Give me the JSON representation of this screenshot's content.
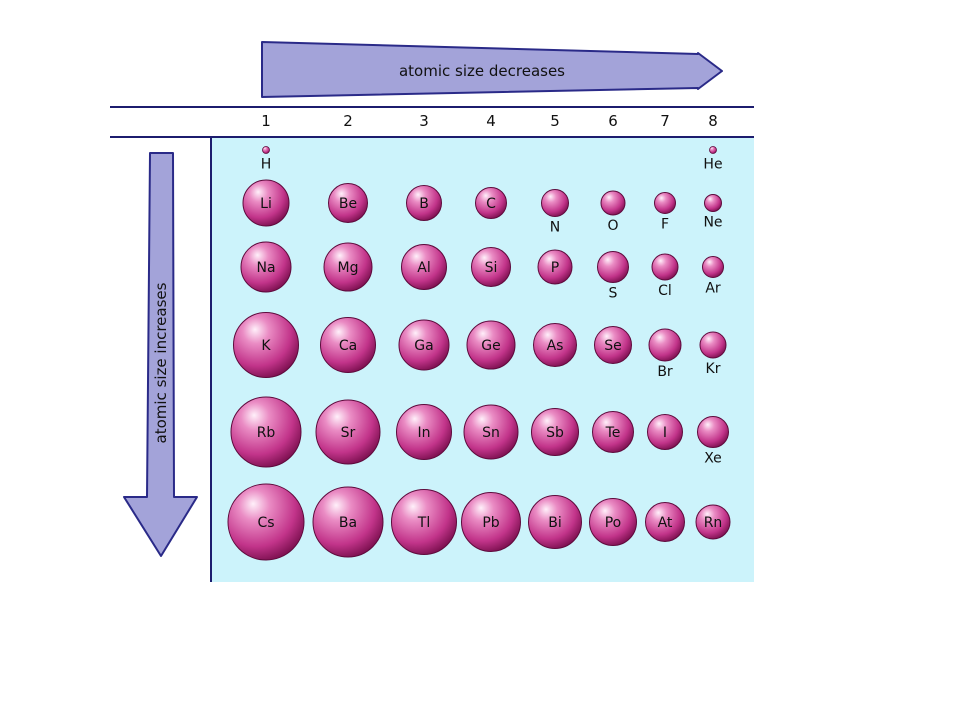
{
  "colors": {
    "panel_bg": "#ccf3fb",
    "arrow_fill": "#a3a3d9",
    "arrow_stroke": "#2a2a88",
    "atom_base": "#d4519c",
    "atom_highlight": "#fff0fa",
    "atom_shadow": "#7a0f4e",
    "text": "#111111",
    "lines": "#1c1c6e"
  },
  "arrows": {
    "horizontal": {
      "label": "atomic size decreases"
    },
    "vertical": {
      "label": "atomic size increases"
    }
  },
  "groups": [
    "1",
    "2",
    "3",
    "4",
    "5",
    "6",
    "7",
    "8"
  ],
  "elements": [
    {
      "symbol": "H",
      "group": 1,
      "period": 1,
      "size": 3.5,
      "label_inside": false
    },
    {
      "symbol": "He",
      "group": 8,
      "period": 1,
      "size": 3.5,
      "label_inside": false
    },
    {
      "symbol": "Li",
      "group": 1,
      "period": 2,
      "size": 23,
      "label_inside": true
    },
    {
      "symbol": "Be",
      "group": 2,
      "period": 2,
      "size": 19.5,
      "label_inside": true
    },
    {
      "symbol": "B",
      "group": 3,
      "period": 2,
      "size": 17.5,
      "label_inside": true
    },
    {
      "symbol": "C",
      "group": 4,
      "period": 2,
      "size": 15.5,
      "label_inside": true
    },
    {
      "symbol": "N",
      "group": 5,
      "period": 2,
      "size": 13.5,
      "label_inside": false
    },
    {
      "symbol": "O",
      "group": 6,
      "period": 2,
      "size": 12,
      "label_inside": false
    },
    {
      "symbol": "F",
      "group": 7,
      "period": 2,
      "size": 10.5,
      "label_inside": false
    },
    {
      "symbol": "Ne",
      "group": 8,
      "period": 2,
      "size": 8.5,
      "label_inside": false
    },
    {
      "symbol": "Na",
      "group": 1,
      "period": 3,
      "size": 25,
      "label_inside": true
    },
    {
      "symbol": "Mg",
      "group": 2,
      "period": 3,
      "size": 24,
      "label_inside": true
    },
    {
      "symbol": "Al",
      "group": 3,
      "period": 3,
      "size": 22.5,
      "label_inside": true
    },
    {
      "symbol": "Si",
      "group": 4,
      "period": 3,
      "size": 19.5,
      "label_inside": true
    },
    {
      "symbol": "P",
      "group": 5,
      "period": 3,
      "size": 17,
      "label_inside": true
    },
    {
      "symbol": "S",
      "group": 6,
      "period": 3,
      "size": 15.5,
      "label_inside": false
    },
    {
      "symbol": "Cl",
      "group": 7,
      "period": 3,
      "size": 13,
      "label_inside": false
    },
    {
      "symbol": "Ar",
      "group": 8,
      "period": 3,
      "size": 10.5,
      "label_inside": false
    },
    {
      "symbol": "K",
      "group": 1,
      "period": 4,
      "size": 32.5,
      "label_inside": true
    },
    {
      "symbol": "Ca",
      "group": 2,
      "period": 4,
      "size": 27.5,
      "label_inside": true
    },
    {
      "symbol": "Ga",
      "group": 3,
      "period": 4,
      "size": 25,
      "label_inside": true
    },
    {
      "symbol": "Ge",
      "group": 4,
      "period": 4,
      "size": 24,
      "label_inside": true
    },
    {
      "symbol": "As",
      "group": 5,
      "period": 4,
      "size": 21.5,
      "label_inside": true
    },
    {
      "symbol": "Se",
      "group": 6,
      "period": 4,
      "size": 18.5,
      "label_inside": true
    },
    {
      "symbol": "Br",
      "group": 7,
      "period": 4,
      "size": 16,
      "label_inside": false
    },
    {
      "symbol": "Kr",
      "group": 8,
      "period": 4,
      "size": 13,
      "label_inside": false
    },
    {
      "symbol": "Rb",
      "group": 1,
      "period": 5,
      "size": 35,
      "label_inside": true
    },
    {
      "symbol": "Sr",
      "group": 2,
      "period": 5,
      "size": 32,
      "label_inside": true
    },
    {
      "symbol": "In",
      "group": 3,
      "period": 5,
      "size": 27.5,
      "label_inside": true
    },
    {
      "symbol": "Sn",
      "group": 4,
      "period": 5,
      "size": 27,
      "label_inside": true
    },
    {
      "symbol": "Sb",
      "group": 5,
      "period": 5,
      "size": 23.5,
      "label_inside": true
    },
    {
      "symbol": "Te",
      "group": 6,
      "period": 5,
      "size": 20.5,
      "label_inside": true
    },
    {
      "symbol": "I",
      "group": 7,
      "period": 5,
      "size": 17.5,
      "label_inside": true
    },
    {
      "symbol": "Xe",
      "group": 8,
      "period": 5,
      "size": 15.5,
      "label_inside": false
    },
    {
      "symbol": "Cs",
      "group": 1,
      "period": 6,
      "size": 38,
      "label_inside": true
    },
    {
      "symbol": "Ba",
      "group": 2,
      "period": 6,
      "size": 35,
      "label_inside": true
    },
    {
      "symbol": "Tl",
      "group": 3,
      "period": 6,
      "size": 32.5,
      "label_inside": true
    },
    {
      "symbol": "Pb",
      "group": 4,
      "period": 6,
      "size": 29.5,
      "label_inside": true
    },
    {
      "symbol": "Bi",
      "group": 5,
      "period": 6,
      "size": 26.5,
      "label_inside": true
    },
    {
      "symbol": "Po",
      "group": 6,
      "period": 6,
      "size": 23.5,
      "label_inside": true
    },
    {
      "symbol": "At",
      "group": 7,
      "period": 6,
      "size": 19.5,
      "label_inside": true
    },
    {
      "symbol": "Rn",
      "group": 8,
      "period": 6,
      "size": 17,
      "label_inside": true
    }
  ]
}
